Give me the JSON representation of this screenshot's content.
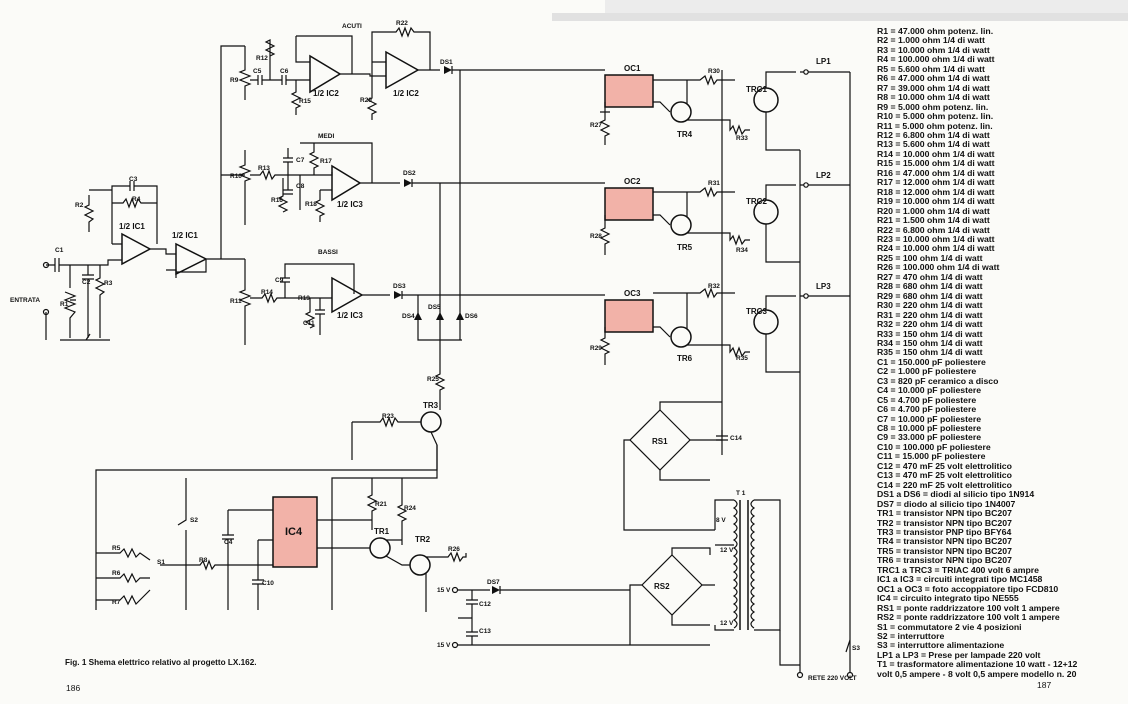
{
  "caption": "Fig. 1  Shema elettrico relativo al progetto LX.162.",
  "page_left": "186",
  "page_right": "187",
  "labels": {
    "entrata": "ENTRATA",
    "ic1a": "1/2 IC1",
    "ic1b": "1/2 IC1",
    "ic2a": "1/2 IC2",
    "ic2b": "1/2 IC2",
    "ic3a": "1/2 IC3",
    "ic3b": "1/2 IC3",
    "ic4": "IC4",
    "acuti": "ACUTI",
    "medi": "MEDI",
    "bassi": "BASSI",
    "oc1": "OC1",
    "oc2": "OC2",
    "oc3": "OC3",
    "trc1": "TRC1",
    "trc2": "TRC2",
    "trc3": "TRC3",
    "tr1": "TR1",
    "tr2": "TR2",
    "tr3": "TR3",
    "tr4": "TR4",
    "tr5": "TR5",
    "tr6": "TR6",
    "rs1": "RS1",
    "rs2": "RS2",
    "lp1": "LP1",
    "lp2": "LP2",
    "lp3": "LP3",
    "rete": "RETE 220 VOLT",
    "v15p": "15 V",
    "v15n": "15 V",
    "v12a": "12 V",
    "v12b": "12 V",
    "v8": "8 V",
    "t1": "T 1",
    "r1": "R1",
    "r2": "R2",
    "r3": "R3",
    "r4": "R4",
    "r5": "R5",
    "r6": "R6",
    "r7": "R7",
    "r8": "R8",
    "r9": "R9",
    "r10": "R10",
    "r11": "R11",
    "r12": "R12",
    "r13": "R13",
    "r14": "R14",
    "r15": "R15",
    "r16": "R16",
    "r17": "R17",
    "r18": "R18",
    "r19": "R19",
    "r20": "R20",
    "r21": "R21",
    "r22": "R22",
    "r23": "R23",
    "r24": "R24",
    "r25": "R25",
    "r26": "R26",
    "r27": "R27",
    "r28": "R28",
    "r29": "R29",
    "r30": "R30",
    "r31": "R31",
    "r32": "R32",
    "r33": "R33",
    "r34": "R34",
    "r35": "R35",
    "c1": "C1",
    "c2": "C2",
    "c3": "C3",
    "c4": "C4",
    "c5": "C5",
    "c6": "C6",
    "c7": "C7",
    "c8": "C8",
    "c9": "C9",
    "c10": "C10",
    "c11": "C11",
    "c12": "C12",
    "c13": "C13",
    "c14": "C14",
    "ds1": "DS1",
    "ds2": "DS2",
    "ds3": "DS3",
    "ds4": "DS4",
    "ds5": "DS5",
    "ds6": "DS6",
    "ds7": "DS7",
    "s1": "S1",
    "s2": "S2",
    "s3": "S3"
  },
  "parts_list": [
    "R1 = 47.000 ohm potenz. lin.",
    "R2 = 1.000 ohm 1/4 di watt",
    "R3 = 10.000 ohm 1/4 di watt",
    "R4 = 100.000 ohm 1/4 di watt",
    "R5 = 5.600 ohm 1/4 di watt",
    "R6 = 47.000 ohm 1/4 di watt",
    "R7 = 39.000 ohm 1/4 di watt",
    "R8 = 10.000 ohm 1/4 di watt",
    "R9 = 5.000 ohm potenz. lin.",
    "R10 = 5.000 ohm potenz. lin.",
    "R11 = 5.000 ohm potenz. lin.",
    "R12 = 6.800 ohm 1/4 di watt",
    "R13 = 5.600 ohm 1/4 di watt",
    "R14 = 10.000 ohm 1/4 di watt",
    "R15 = 15.000 ohm 1/4 di watt",
    "R16 = 47.000 ohm 1/4 di watt",
    "R17 = 12.000 ohm 1/4 di watt",
    "R18 = 12.000 ohm 1/4 di watt",
    "R19 = 10.000 ohm 1/4 di watt",
    "R20 = 1.000 ohm 1/4 di watt",
    "R21 = 1.500 ohm 1/4 di watt",
    "R22 = 6.800 ohm 1/4 di watt",
    "R23 = 10.000 ohm 1/4 di watt",
    "R24 = 10.000 ohm 1/4 di watt",
    "R25 = 100 ohm 1/4 di watt",
    "R26 = 100.000 ohm 1/4 di watt",
    "R27 = 470 ohm 1/4 di watt",
    "R28 = 680 ohm 1/4 di watt",
    "R29 = 680 ohm 1/4 di watt",
    "R30 = 220 ohm 1/4 di watt",
    "R31 = 220 ohm 1/4 di watt",
    "R32 = 220 ohm 1/4 di watt",
    "R33 = 150 ohm 1/4 di watt",
    "R34 = 150 ohm 1/4 di watt",
    "R35 = 150 ohm 1/4 di watt",
    "C1 = 150.000 pF poliestere",
    "C2 = 1.000 pF poliestere",
    "C3 = 820 pF ceramico a disco",
    "C4 = 10.000 pF poliestere",
    "C5 = 4.700 pF poliestere",
    "C6 = 4.700 pF poliestere",
    "C7 = 10.000 pF poliestere",
    "C8 = 10.000 pF poliestere",
    "C9 = 33.000 pF poliestere",
    "C10 = 100.000 pF poliestere",
    "C11 = 15.000 pF poliestere",
    "C12 = 470 mF 25 volt elettrolitico",
    "C13 = 470 mF 25 volt elettrolitico",
    "C14 = 220 mF 25 volt elettrolitico",
    "DS1 a DS6 = diodi al silicio tipo 1N914",
    "DS7 = diodo al silicio tipo 1N4007",
    "TR1 = transistor NPN tipo BC207",
    "TR2 = transistor NPN tipo BC207",
    "TR3 = transistor PNP tipo BFY64",
    "TR4 = transistor NPN tipo BC207",
    "TR5 = transistor NPN tipo BC207",
    "TR6 = transistor NPN tipo BC207",
    "TRC1 a TRC3 = TRIAC 400 volt 6 ampre",
    "IC1 a IC3 = circuiti integrati tipo MC1458",
    "OC1 a OC3 = foto accoppiatore tipo FCD810",
    "IC4 = circuito integrato tipo NE555",
    "RS1 = ponte raddrizzatore 100 volt 1 ampere",
    "RS2 = ponte raddrizzatore 100 volt 1 ampere",
    "S1 = commutatore 2 vie 4 posizioni",
    "S2 = interruttore",
    "S3 = interruttore alimentazione",
    "LP1 a LP3 = Prese per lampade 220 volt",
    "T1 = trasformatore alimentazione 10 watt - 12+12",
    "volt 0,5 ampere - 8 volt 0,5 ampere modello n. 20"
  ],
  "colors": {
    "ic_fill": "#f2b2a8",
    "ink": "#111111",
    "paper": "#fbfbf8"
  }
}
